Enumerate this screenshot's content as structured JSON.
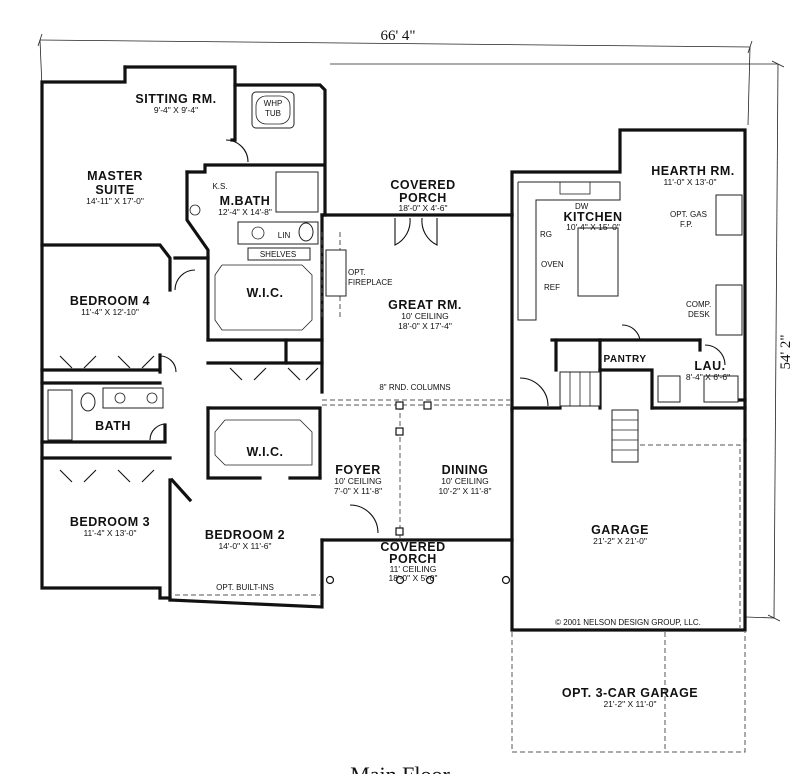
{
  "dimensions": {
    "width_label": "66' 4\"",
    "depth_label": "54' 2\""
  },
  "rooms": {
    "sitting": {
      "name": "SITTING RM.",
      "size": "9'-4\" X 9'-4\""
    },
    "master": {
      "name_line1": "MASTER",
      "name_line2": "SUITE",
      "size": "14'-11\" X 17'-0\""
    },
    "mbath": {
      "name": "M.BATH",
      "size": "12'-4\" X 14'-8\""
    },
    "bedroom4": {
      "name": "BEDROOM 4",
      "size": "11'-4\" X 12'-10\""
    },
    "wic1": {
      "name": "W.I.C."
    },
    "wic2": {
      "name": "W.I.C."
    },
    "bath": {
      "name": "BATH"
    },
    "bedroom3": {
      "name": "BEDROOM 3",
      "size": "11'-4\" X 13'-0\""
    },
    "bedroom2": {
      "name": "BEDROOM 2",
      "size": "14'-0\" X 11'-6\""
    },
    "covered_porch_rear": {
      "name_line1": "COVERED",
      "name_line2": "PORCH",
      "size": "18'-0\" X 4'-6\""
    },
    "great": {
      "name": "GREAT RM.",
      "ceiling": "10' CEILING",
      "size": "18'-0\" X 17'-4\""
    },
    "foyer": {
      "name": "FOYER",
      "ceiling": "10' CEILING",
      "size": "7'-0\" X 11'-8\""
    },
    "dining": {
      "name": "DINING",
      "ceiling": "10' CEILING",
      "size": "10'-2\" X 11'-8\""
    },
    "covered_porch_front": {
      "name_line1": "COVERED",
      "name_line2": "PORCH",
      "ceiling": "11' CEILING",
      "size": "18'-0\" X 5'-0\""
    },
    "hearth": {
      "name": "HEARTH RM.",
      "size": "11'-0\" X 13'-0\""
    },
    "kitchen": {
      "name": "KITCHEN",
      "size": "10'-4\" X 15'-0\""
    },
    "pantry": {
      "name": "PANTRY"
    },
    "laundry": {
      "name": "LAU.",
      "size": "8'-4\" X 6'-6\""
    },
    "garage": {
      "name": "GARAGE",
      "size": "21'-2\" X 21'-0\""
    },
    "opt_garage": {
      "name": "OPT. 3-CAR GARAGE",
      "size": "21'-2\" X 11'-0\""
    }
  },
  "labels": {
    "whp_tub_l1": "WHP",
    "whp_tub_l2": "TUB",
    "ks": "K.S.",
    "lin": "LIN",
    "shelves": "SHELVES",
    "opt_fireplace_l1": "OPT.",
    "opt_fireplace_l2": "FIREPLACE",
    "columns": "8\" RND. COLUMNS",
    "opt_builtins": "OPT. BUILT-INS",
    "dw": "DW",
    "rg": "RG",
    "oven": "OVEN",
    "ref": "REF",
    "opt_gas_l1": "OPT. GAS",
    "opt_gas_l2": "F.P.",
    "comp_l1": "COMP.",
    "comp_l2": "DESK",
    "copyright": "© 2001 NELSON DESIGN GROUP, LLC."
  },
  "footer": {
    "title": "Main Floor"
  }
}
